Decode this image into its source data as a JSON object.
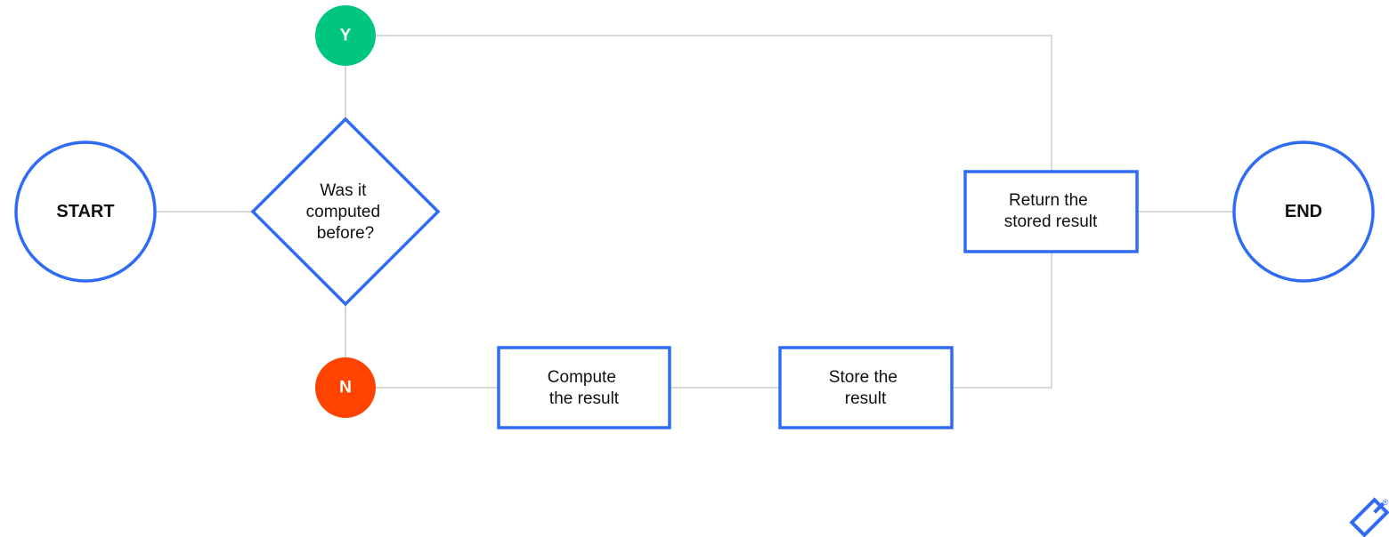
{
  "colors": {
    "outline": "#2f6cf3",
    "connector": "#d9d9d9",
    "yes_badge": "#00c680",
    "no_badge": "#ff4400",
    "logo": "#2f6cf3"
  },
  "nodes": {
    "start": "START",
    "decision": [
      "Was it",
      "computed",
      "before?"
    ],
    "yes": "Y",
    "no": "N",
    "compute": [
      "Compute",
      "the result"
    ],
    "store": [
      "Store the",
      "result"
    ],
    "return": [
      "Return the",
      "stored result"
    ],
    "end": "END"
  },
  "logo": {
    "icon": "toptal-logo-icon",
    "mark": "®"
  }
}
